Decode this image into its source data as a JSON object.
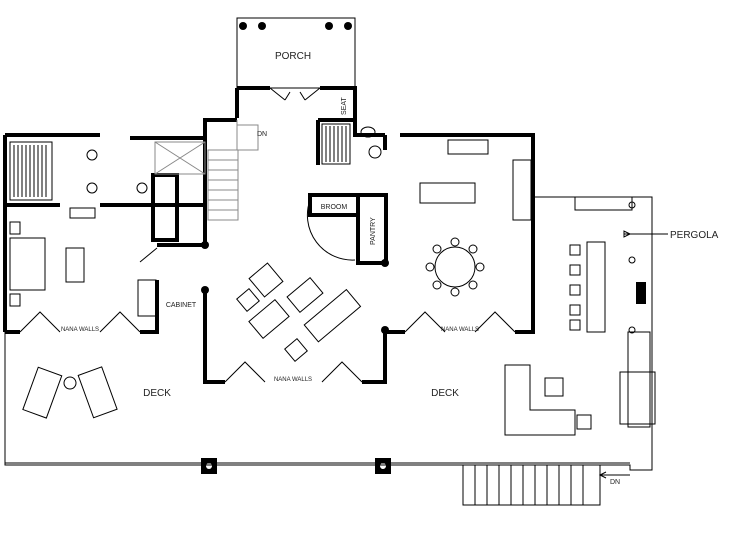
{
  "labels": {
    "porch": "PORCH",
    "seat": "SEAT",
    "stair_down_top": "DN",
    "broom": "BROOM",
    "pantry": "PANTRY",
    "cabinet": "CABINET",
    "nana_walls_left": "NANA WALLS",
    "nana_walls_center": "NANA WALLS",
    "nana_walls_right": "NANA WALLS",
    "deck_left": "DECK",
    "deck_right": "DECK",
    "pergola": "PERGOLA",
    "stair_down_bottom": "DN"
  },
  "colors": {
    "line": "#000000",
    "background": "#ffffff"
  }
}
